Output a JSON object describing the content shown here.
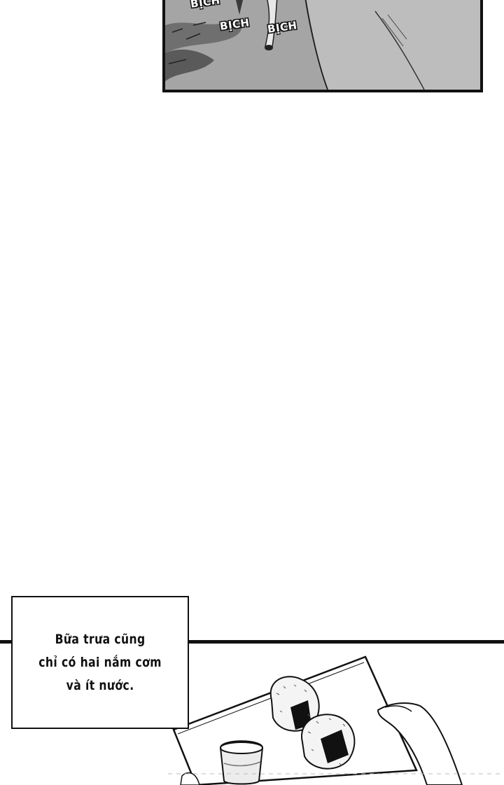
{
  "top_panel": {
    "sound_effects": [
      "BỊCH",
      "BỊCH",
      "BỊCH"
    ]
  },
  "caption": {
    "lines": [
      "Bữa trưa cũng",
      "chỉ có hai nắm cơm",
      "và ít nước."
    ]
  }
}
